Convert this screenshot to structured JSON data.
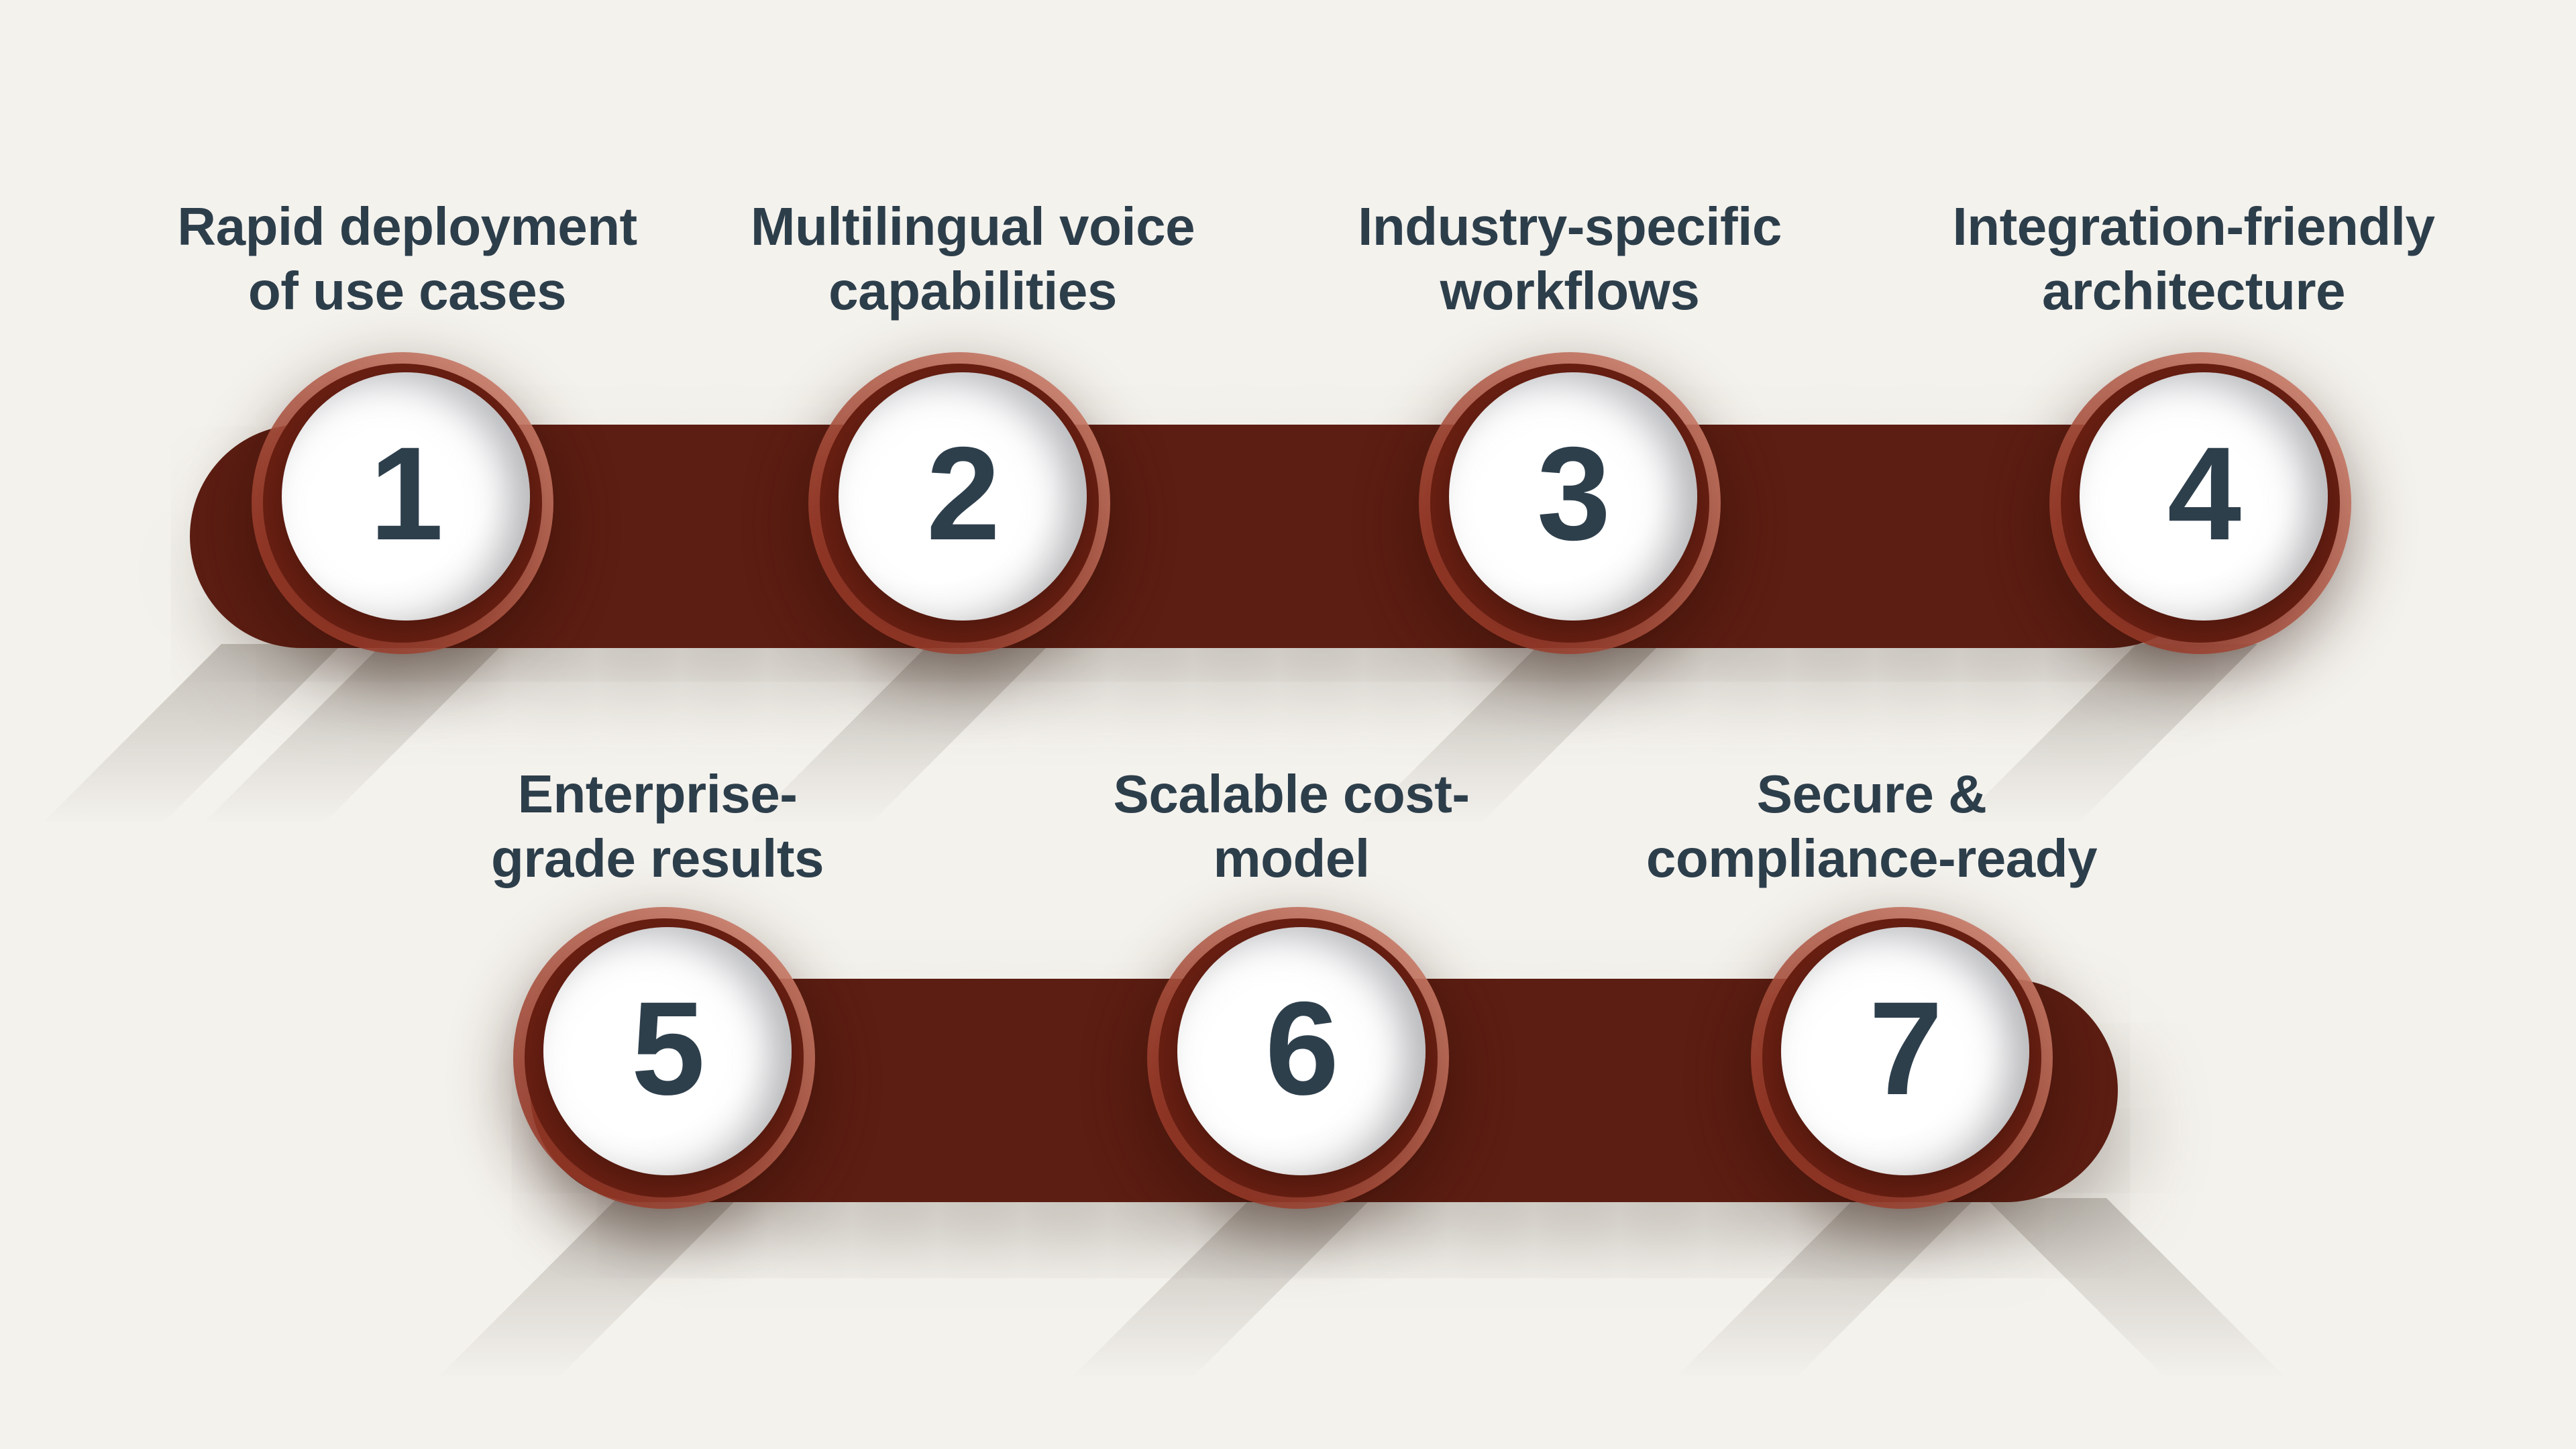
{
  "background": "#f4f2ed",
  "colors": {
    "bar": "#5c1d12",
    "ring_light": "rgba(200,122,102,0.90)",
    "ring_deep": "rgba(152,58,41,0.87)",
    "ring_dark": "#681f12",
    "circle_fill": "#ffffff",
    "number_color": "#2e3f4c",
    "label_color": "#2d3e4b"
  },
  "steps": [
    {
      "number": "1",
      "label": "Rapid deployment\nof use cases"
    },
    {
      "number": "2",
      "label": "Multilingual voice\ncapabilities"
    },
    {
      "number": "3",
      "label": "Industry-specific\nworkflows"
    },
    {
      "number": "4",
      "label": "Integration-friendly\narchitecture"
    },
    {
      "number": "5",
      "label": "Enterprise-\ngrade results"
    },
    {
      "number": "6",
      "label": "Scalable cost-\nmodel"
    },
    {
      "number": "7",
      "label": "Secure &\ncompliance-ready"
    }
  ]
}
